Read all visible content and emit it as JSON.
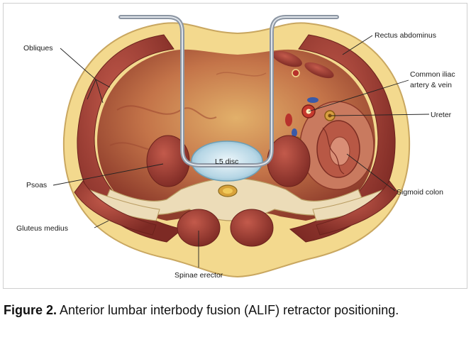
{
  "figure": {
    "labels": {
      "obliques": "Obliques",
      "rectus_abdominus": "Rectus abdominus",
      "common_iliac_line1": "Common iliac",
      "common_iliac_line2": "artery & vein",
      "ureter": "Ureter",
      "l5_disc": "L5 disc",
      "psoas": "Psoas",
      "sigmoid_colon": "Sigmoid colon",
      "gluteus_medius": "Gluteus medius",
      "spinae_erector": "Spinae erector"
    },
    "colors": {
      "fat": "#f3d98e",
      "muscle": "#a8443a",
      "muscle_dark": "#7d2a24",
      "cavity": "#c7774f",
      "bone": "#ecdcb8",
      "disc": "#b9d8e6",
      "retractor": "#a9b1bd"
    }
  },
  "caption": {
    "label": "Figure 2.",
    "text": " Anterior lumbar interbody fusion (ALIF) retractor positioning."
  }
}
